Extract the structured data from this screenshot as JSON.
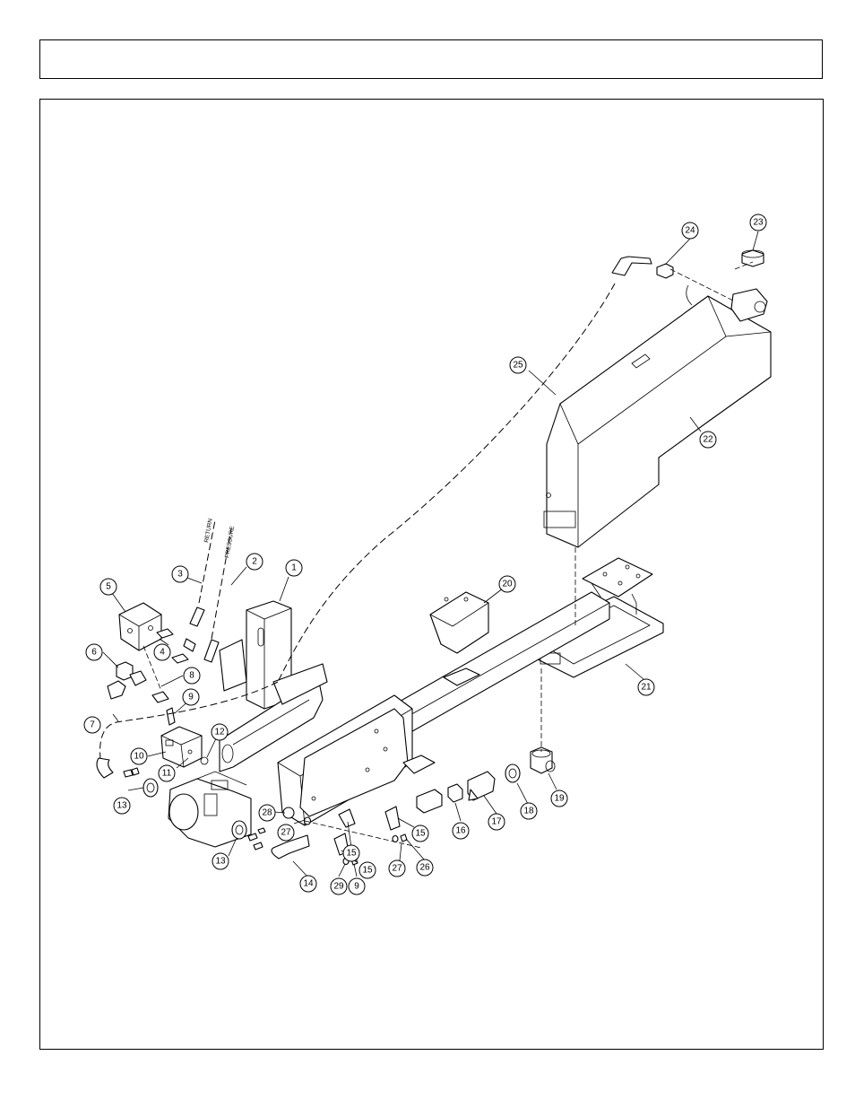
{
  "header": {
    "title": ""
  },
  "hose_labels": {
    "return": "RETURN",
    "pressure": "PRESSURE"
  },
  "callouts": {
    "c1": "1",
    "c2": "2",
    "c3": "3",
    "c4": "4",
    "c5": "5",
    "c6": "6",
    "c7": "7",
    "c8": "8",
    "c9a": "9",
    "c9b": "9",
    "c10": "10",
    "c11": "11",
    "c12": "12",
    "c13a": "13",
    "c13b": "13",
    "c14": "14",
    "c15a": "15",
    "c15b": "15",
    "c15c": "15",
    "c16": "16",
    "c17": "17",
    "c18": "18",
    "c19": "19",
    "c20": "20",
    "c21": "21",
    "c22": "22",
    "c23": "23",
    "c24": "24",
    "c25": "25",
    "c26": "26",
    "c27a": "27",
    "c27b": "27",
    "c28": "28",
    "c29": "29"
  }
}
